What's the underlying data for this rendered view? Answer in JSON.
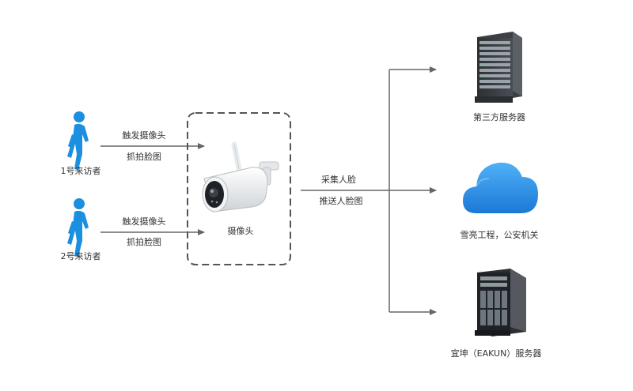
{
  "visitors": [
    {
      "name": "1号来访者",
      "action_trigger": "触发摄像头",
      "action_capture": "抓拍脸图"
    },
    {
      "name": "2号来访者",
      "action_trigger": "触发摄像头",
      "action_capture": "抓拍脸图"
    }
  ],
  "camera": {
    "label": "摄像头"
  },
  "upload": {
    "collect": "采集人脸",
    "push": "推送人脸图"
  },
  "destinations": [
    {
      "label": "第三方服务器",
      "icon": "rack-server-icon"
    },
    {
      "label": "雪亮工程，公安机关",
      "icon": "cloud-icon"
    },
    {
      "label": "宜坤（EAKUN）服务器",
      "icon": "tower-server-icon"
    }
  ],
  "colors": {
    "person": "#1b8fe0",
    "arrow": "#666666",
    "cloud": "#2a8fe8",
    "dashed_box": "#555555"
  }
}
